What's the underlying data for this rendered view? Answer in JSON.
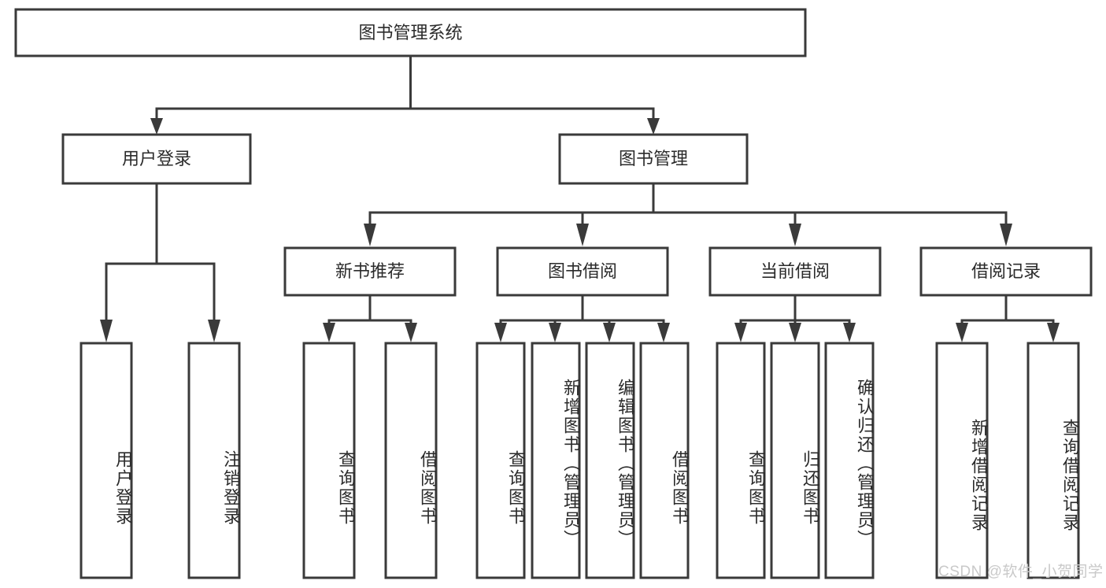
{
  "diagram": {
    "title": "图书管理系统",
    "type": "tree",
    "orientation": "top-down",
    "colors": {
      "box_stroke": "#3a3a3a",
      "box_fill": "#ffffff",
      "connector": "#3a3a3a",
      "text": "#2b2b2b",
      "watermark": "#c9c9c9",
      "background": "#ffffff"
    },
    "nodes": {
      "root": {
        "label": "图书管理系统",
        "level": 1
      },
      "level2": [
        {
          "id": "user-login",
          "label": "用户登录"
        },
        {
          "id": "book-manage",
          "label": "图书管理"
        }
      ],
      "level3": [
        {
          "id": "new-book-recommend",
          "label": "新书推荐",
          "parent": "book-manage"
        },
        {
          "id": "book-borrow",
          "label": "图书借阅",
          "parent": "book-manage"
        },
        {
          "id": "current-borrow",
          "label": "当前借阅",
          "parent": "book-manage"
        },
        {
          "id": "borrow-record",
          "label": "借阅记录",
          "parent": "book-manage"
        }
      ],
      "leaves": [
        {
          "id": "leaf-user-login",
          "label": "用户登录",
          "parent": "user-login"
        },
        {
          "id": "leaf-logout-login",
          "label": "注销登录",
          "parent": "user-login"
        },
        {
          "id": "leaf-query-book-1",
          "label": "查询图书",
          "parent": "new-book-recommend"
        },
        {
          "id": "leaf-borrow-book-1",
          "label": "借阅图书",
          "parent": "new-book-recommend"
        },
        {
          "id": "leaf-query-book-2",
          "label": "查询图书",
          "parent": "book-borrow"
        },
        {
          "id": "leaf-add-book",
          "label": "新增图书（管理员）",
          "parent": "book-borrow"
        },
        {
          "id": "leaf-edit-book",
          "label": "编辑图书（管理员）",
          "parent": "book-borrow"
        },
        {
          "id": "leaf-borrow-book-2",
          "label": "借阅图书",
          "parent": "book-borrow"
        },
        {
          "id": "leaf-query-book-3",
          "label": "查询图书",
          "parent": "current-borrow"
        },
        {
          "id": "leaf-return-book",
          "label": "归还图书",
          "parent": "current-borrow"
        },
        {
          "id": "leaf-confirm-return",
          "label": "确认归还（管理员）",
          "parent": "current-borrow"
        },
        {
          "id": "leaf-add-record",
          "label": "新增借阅记录",
          "parent": "borrow-record"
        },
        {
          "id": "leaf-query-record",
          "label": "查询借阅记录",
          "parent": "borrow-record"
        }
      ]
    }
  },
  "watermark": {
    "text": "CSDN @软件_小贺同学"
  }
}
